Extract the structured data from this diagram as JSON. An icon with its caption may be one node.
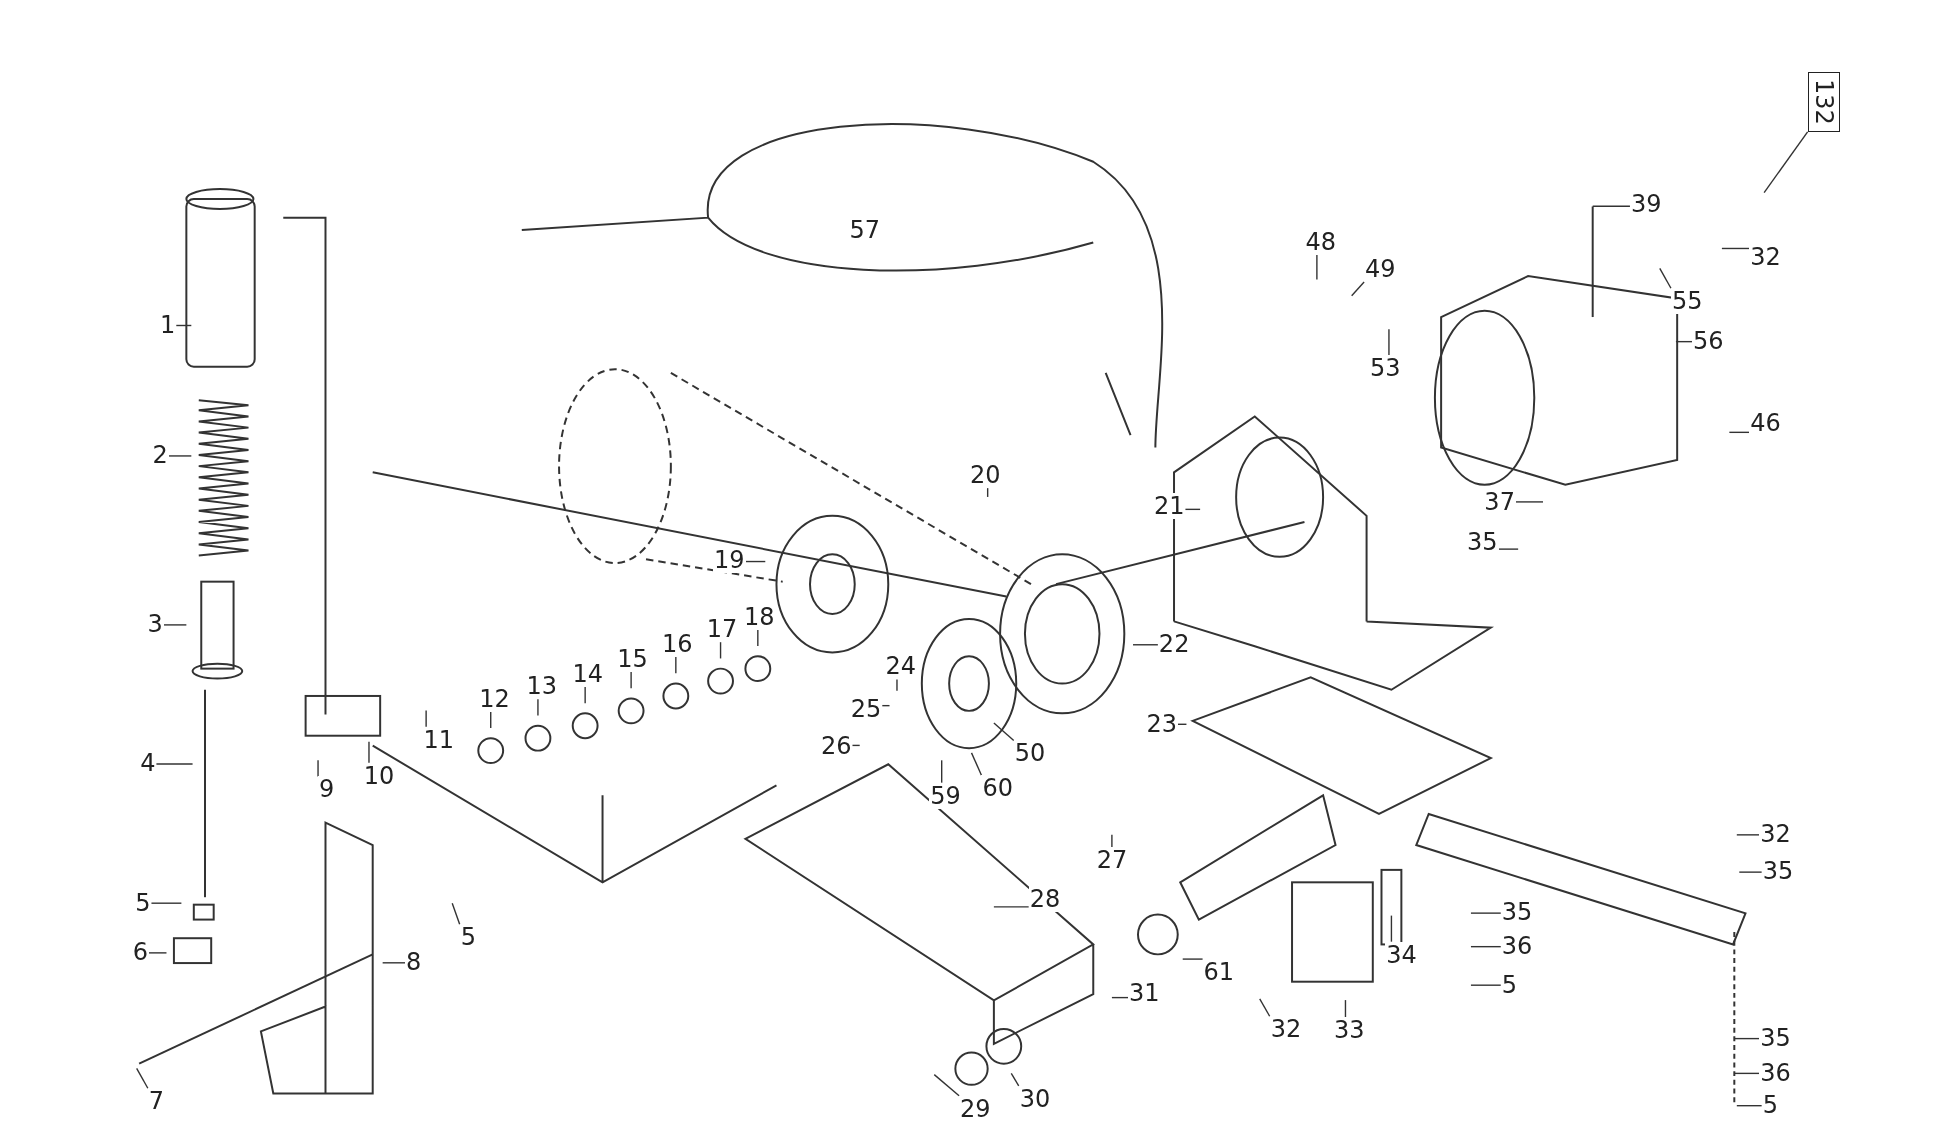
{
  "diagram": {
    "nodes": [
      {
        "text": [
          "132"
        ]
      },
      {
        "text": [
          "39"
        ]
      },
      {
        "text": [
          "48"
        ]
      },
      {
        "text": [
          "49"
        ]
      },
      {
        "text": [
          "55"
        ]
      },
      {
        "text": [
          "32"
        ]
      },
      {
        "text": [
          "1"
        ]
      },
      {
        "text": [
          "56"
        ]
      },
      {
        "text": [
          "53"
        ]
      },
      {
        "text": [
          "46"
        ]
      },
      {
        "text": [
          "2"
        ]
      },
      {
        "text": [
          "20"
        ]
      },
      {
        "text": [
          "37"
        ]
      },
      {
        "text": [
          "21"
        ]
      },
      {
        "text": [
          "35"
        ]
      },
      {
        "text": [
          "19"
        ]
      },
      {
        "text": [
          "18"
        ]
      },
      {
        "text": [
          "3"
        ]
      },
      {
        "text": [
          "17"
        ]
      },
      {
        "text": [
          "22"
        ]
      },
      {
        "text": [
          "16"
        ]
      },
      {
        "text": [
          "24"
        ]
      },
      {
        "text": [
          "14"
        ]
      },
      {
        "text": [
          "15"
        ]
      },
      {
        "text": [
          "13"
        ]
      },
      {
        "text": [
          "25"
        ]
      },
      {
        "text": [
          "12"
        ]
      },
      {
        "text": [
          "26"
        ]
      },
      {
        "text": [
          "23"
        ]
      },
      {
        "text": [
          "11"
        ]
      },
      {
        "text": [
          "50"
        ]
      },
      {
        "text": [
          "4"
        ]
      },
      {
        "text": [
          "10"
        ]
      },
      {
        "text": [
          "9"
        ]
      },
      {
        "text": [
          "60"
        ]
      },
      {
        "text": [
          "59"
        ]
      },
      {
        "text": [
          "32"
        ]
      },
      {
        "text": [
          "27"
        ]
      },
      {
        "text": [
          "35"
        ]
      },
      {
        "text": [
          "28"
        ]
      },
      {
        "text": [
          "5"
        ]
      },
      {
        "text": [
          "35"
        ]
      },
      {
        "text": [
          "5"
        ]
      },
      {
        "text": [
          "6"
        ]
      },
      {
        "text": [
          "36"
        ]
      },
      {
        "text": [
          "34"
        ]
      },
      {
        "text": [
          "8"
        ]
      },
      {
        "text": [
          "61"
        ]
      },
      {
        "text": [
          "5"
        ]
      },
      {
        "text": [
          "31"
        ]
      },
      {
        "text": [
          "32"
        ]
      },
      {
        "text": [
          "33"
        ]
      },
      {
        "text": [
          "35"
        ]
      },
      {
        "text": [
          "36"
        ]
      },
      {
        "text": [
          "30"
        ]
      },
      {
        "text": [
          "7"
        ]
      },
      {
        "text": [
          "5"
        ]
      },
      {
        "text": [
          "29"
        ]
      }
    ],
    "edges": [
      {
        "from": 0,
        "to": null,
        "arrow": "none"
      },
      {
        "from": 1,
        "to": null,
        "arrow": "none"
      },
      {
        "from": 2,
        "to": null,
        "arrow": "none"
      },
      {
        "from": 3,
        "to": null,
        "arrow": "none"
      },
      {
        "from": 4,
        "to": null,
        "arrow": "none"
      },
      {
        "from": 5,
        "to": null,
        "arrow": "none"
      },
      {
        "from": 6,
        "to": null,
        "arrow": "none"
      },
      {
        "from": 7,
        "to": null,
        "arrow": "none"
      },
      {
        "from": 8,
        "to": null,
        "arrow": "none"
      },
      {
        "from": 9,
        "to": null,
        "arrow": "none"
      },
      {
        "from": 10,
        "to": null,
        "arrow": "none"
      },
      {
        "from": 11,
        "to": null,
        "arrow": "none"
      },
      {
        "from": 12,
        "to": null,
        "arrow": "none"
      },
      {
        "from": 13,
        "to": null,
        "arrow": "none"
      },
      {
        "from": 14,
        "to": null,
        "arrow": "none"
      },
      {
        "from": 15,
        "to": null,
        "arrow": "none"
      },
      {
        "from": 16,
        "to": null,
        "arrow": "none"
      },
      {
        "from": 17,
        "to": null,
        "arrow": "none"
      },
      {
        "from": 18,
        "to": null,
        "arrow": "none"
      },
      {
        "from": 19,
        "to": null,
        "arrow": "none"
      },
      {
        "from": 20,
        "to": null,
        "arrow": "none"
      },
      {
        "from": 21,
        "to": null,
        "arrow": "none"
      },
      {
        "from": 22,
        "to": null,
        "arrow": "none"
      },
      {
        "from": 23,
        "to": null,
        "arrow": "none"
      },
      {
        "from": 24,
        "to": null,
        "arrow": "none"
      },
      {
        "from": 25,
        "to": null,
        "arrow": "none"
      },
      {
        "from": 26,
        "to": null,
        "arrow": "none"
      },
      {
        "from": 27,
        "to": null,
        "arrow": "none"
      },
      {
        "from": 28,
        "to": null,
        "arrow": "none"
      },
      {
        "from": 29,
        "to": null,
        "arrow": "none"
      },
      {
        "from": 30,
        "to": null,
        "arrow": "none"
      },
      {
        "from": 31,
        "to": null,
        "arrow": "none"
      },
      {
        "from": 32,
        "to": null,
        "arrow": "none"
      },
      {
        "from": 33,
        "to": null,
        "arrow": "none"
      },
      {
        "from": 34,
        "to": null,
        "arrow": "none"
      },
      {
        "from": 35,
        "to": null,
        "arrow": "none"
      },
      {
        "from": 36,
        "to": null,
        "arrow": "none"
      },
      {
        "from": 37,
        "to": null,
        "arrow": "none"
      },
      {
        "from": 38,
        "to": null,
        "arrow": "none"
      },
      {
        "from": 39,
        "to": null,
        "arrow": "none"
      },
      {
        "from": 40,
        "to": null,
        "arrow": "none"
      },
      {
        "from": 41,
        "to": null,
        "arrow": "none"
      },
      {
        "from": 42,
        "to": null,
        "arrow": "none"
      },
      {
        "from": 43,
        "to": null,
        "arrow": "none"
      },
      {
        "from": 44,
        "to": null,
        "arrow": "none"
      },
      {
        "from": 45,
        "to": null,
        "arrow": "none"
      },
      {
        "from": 46,
        "to": null,
        "arrow": "none"
      },
      {
        "from": 47,
        "to": null,
        "arrow": "none"
      },
      {
        "from": 48,
        "to": null,
        "arrow": "none"
      },
      {
        "from": 49,
        "to": null,
        "arrow": "none"
      },
      {
        "from": 50,
        "to": null,
        "arrow": "none"
      },
      {
        "from": 51,
        "to": null,
        "arrow": "none"
      },
      {
        "from": 52,
        "to": null,
        "arrow": "none"
      },
      {
        "from": 53,
        "to": null,
        "arrow": "none"
      },
      {
        "from": 54,
        "to": null,
        "arrow": "none"
      },
      {
        "from": 55,
        "to": null,
        "arrow": "none"
      },
      {
        "from": 56,
        "to": null,
        "arrow": "none"
      },
      {
        "from": 57,
        "to": null,
        "arrow": "none"
      }
    ],
    "labels": [
      "57"
    ]
  }
}
